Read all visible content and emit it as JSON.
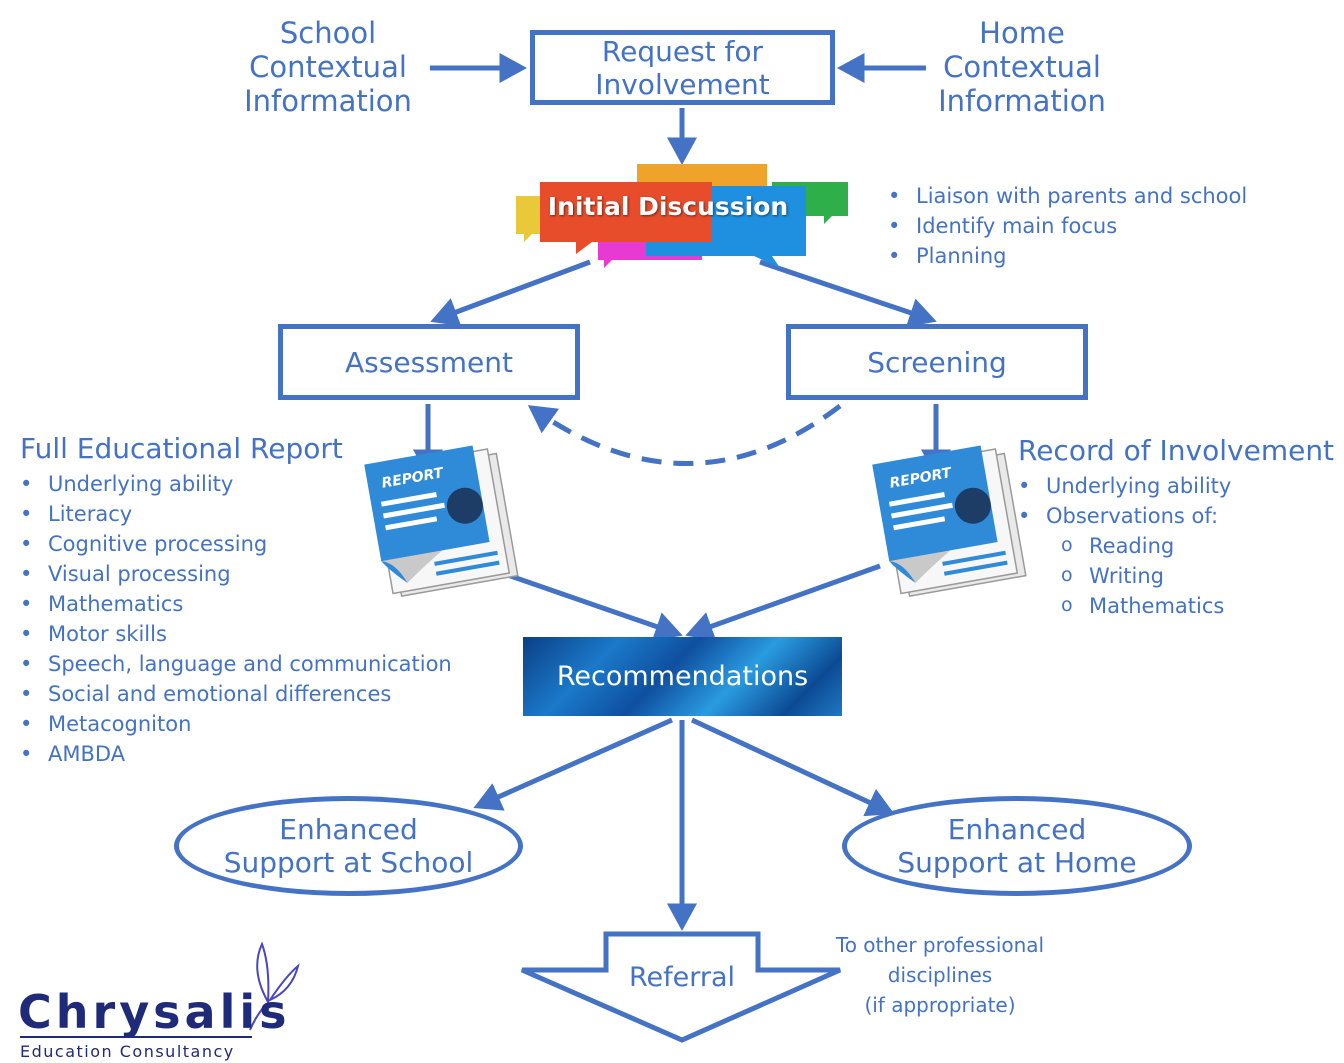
{
  "left_context": [
    "School",
    "Contextual",
    "Information"
  ],
  "right_context": [
    "Home",
    "Contextual",
    "Information"
  ],
  "request_box": [
    "Request for",
    "Involvement"
  ],
  "initial_discussion": {
    "label": "Initial Discussion",
    "bullets": [
      "Liaison with parents and school",
      "Identify main focus",
      "Planning"
    ],
    "bubble_colors": [
      "#e74c2b",
      "#1f8fe0",
      "#f0a32a",
      "#e63ad3",
      "#2eaf4a",
      "#e9c83a"
    ]
  },
  "assessment_label": "Assessment",
  "screening_label": "Screening",
  "report_icon_text": "REPORT",
  "full_report": {
    "heading": "Full Educational Report",
    "items": [
      "Underlying ability",
      "Literacy",
      "Cognitive processing",
      "Visual processing",
      "Mathematics",
      "Motor skills",
      "Speech, language and communication",
      "Social and emotional differences",
      "Metacogniton",
      "AMBDA"
    ]
  },
  "record": {
    "heading": "Record of Involvement",
    "items": [
      "Underlying ability",
      "Observations of:"
    ],
    "sub_items": [
      "Reading",
      "Writing",
      "Mathematics"
    ]
  },
  "recommendations_label": "Recommendations",
  "support_school": [
    "Enhanced",
    "Support at School"
  ],
  "support_home": [
    "Enhanced",
    "Support at Home"
  ],
  "referral": {
    "label": "Referral",
    "note": [
      "To other professional",
      "disciplines",
      "(if appropriate)"
    ]
  },
  "logo": {
    "name": "Chrysalis",
    "tagline": "Education Consultancy"
  },
  "colors": {
    "primary": "#4472c4",
    "logo": "#1f2a78"
  }
}
